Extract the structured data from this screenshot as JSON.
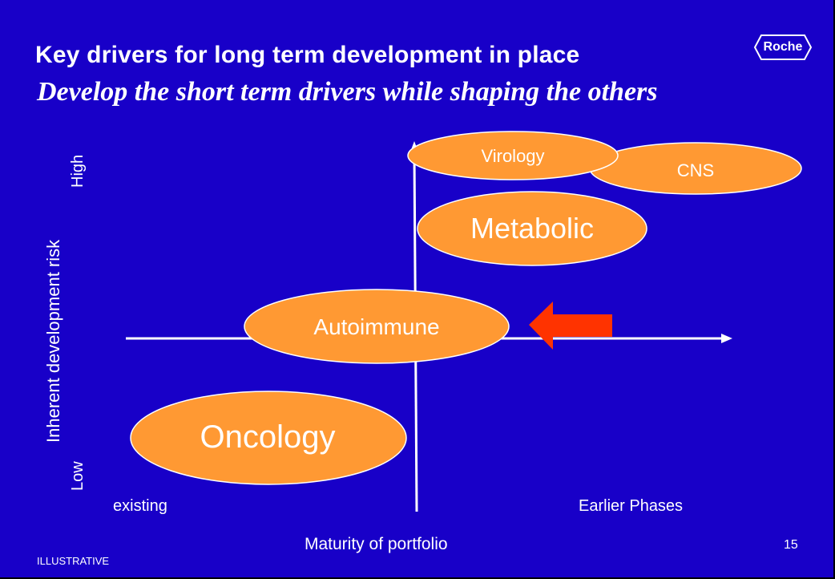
{
  "slide": {
    "title": "Key drivers for long term development in place",
    "subtitle": "Develop the short term drivers while shaping the others",
    "logo": "Roche",
    "page_number": "15",
    "footer_tag": "ILLUSTRATIVE"
  },
  "axes": {
    "y_label": "Inherent development  risk",
    "y_high": "High",
    "y_low": "Low",
    "x_label": "Maturity of portfolio",
    "x_left": "existing",
    "x_right": "Earlier Phases"
  },
  "areas": {
    "virology": "Virology",
    "cns": "CNS",
    "metabolic": "Metabolic",
    "autoimmune": "Autoimmune",
    "oncology": "Oncology"
  },
  "colors": {
    "background": "#1800C8",
    "ellipse_fill": "#FF9933",
    "arrow": "#FF3300",
    "text": "#FFFFFF"
  }
}
